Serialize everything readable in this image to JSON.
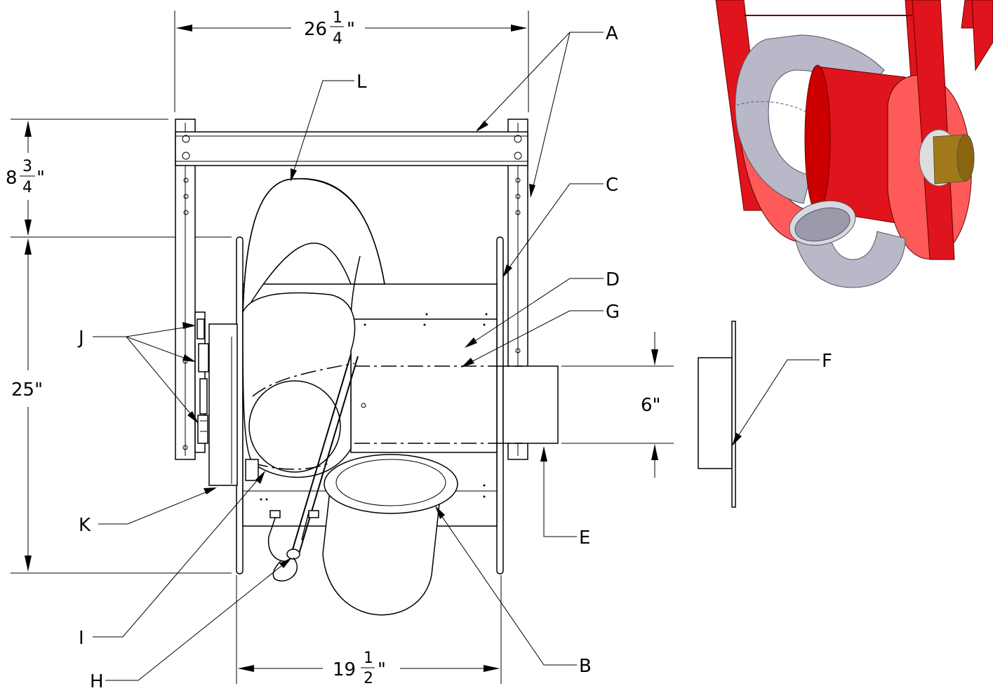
{
  "dimensions": {
    "top_width": {
      "whole": "26",
      "num": "1",
      "den": "4",
      "unit": "\""
    },
    "top_height": {
      "whole": "8",
      "num": "3",
      "den": "4",
      "unit": "\""
    },
    "height": "25\"",
    "bottom_width": {
      "whole": "19",
      "num": "1",
      "den": "2",
      "unit": "\""
    },
    "inlet_diameter": "6\""
  },
  "callouts": {
    "A": "A",
    "B": "B",
    "C": "C",
    "D": "D",
    "E": "E",
    "F": "F",
    "G": "G",
    "H": "H",
    "I": "I",
    "J": "J",
    "K": "K",
    "L": "L"
  },
  "colors": {
    "frame_red": "#e0141c",
    "frame_red_light": "#ff5a5a",
    "duct_gray": "#b8b8c8",
    "hub_gold": "#a07a1a"
  }
}
